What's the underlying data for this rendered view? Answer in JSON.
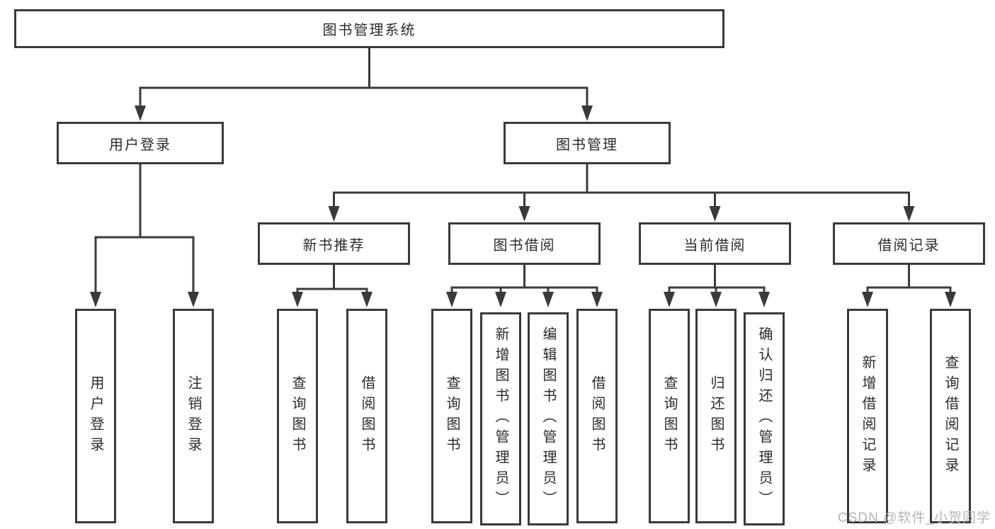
{
  "diagram": {
    "root_label": "图书管理系统",
    "branches": {
      "user_login": {
        "label": "用户登录",
        "children": [
          "用户登录",
          "注销登录"
        ]
      },
      "book_management": {
        "label": "图书管理",
        "groups": [
          {
            "label": "新书推荐",
            "children": [
              "查询图书",
              "借阅图书"
            ]
          },
          {
            "label": "图书借阅",
            "children": [
              "查询图书",
              "新增图书（管理员）",
              "编辑图书（管理员）",
              "借阅图书"
            ]
          },
          {
            "label": "当前借阅",
            "children": [
              "查询图书",
              "归还图书",
              "确认归还（管理员）"
            ]
          },
          {
            "label": "借阅记录",
            "children": [
              "新增借阅记录",
              "查询借阅记录"
            ]
          }
        ]
      }
    }
  },
  "watermark": "CSDN @软件_小贺同学",
  "colors": {
    "line": "#3a3a3a",
    "box_border": "#3a3a3a",
    "text": "#2b2b2b",
    "watermark": "#b5b5b5",
    "background": "#ffffff"
  }
}
